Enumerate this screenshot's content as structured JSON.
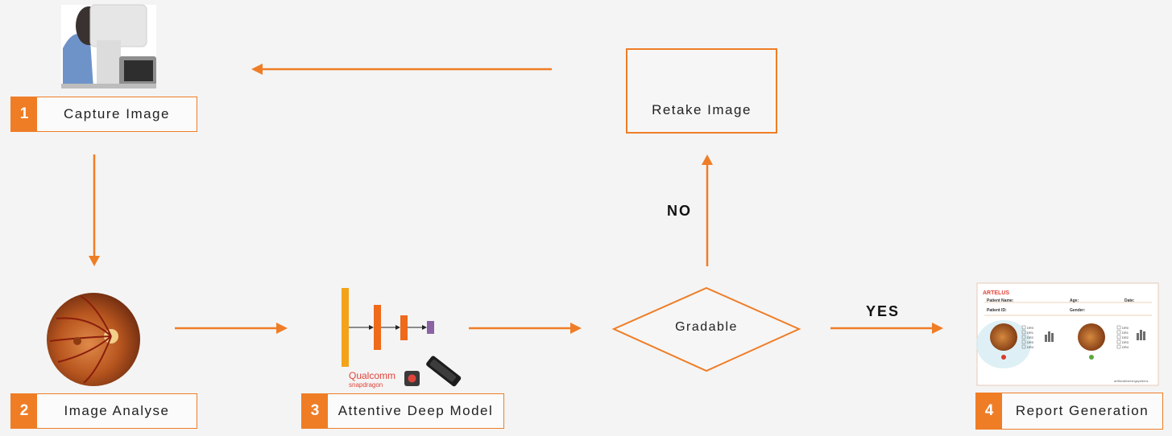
{
  "steps": [
    {
      "num": "1",
      "label": "Capture Image"
    },
    {
      "num": "2",
      "label": "Image Analyse"
    },
    {
      "num": "3",
      "label": "Attentive Deep Model"
    },
    {
      "num": "4",
      "label": "Report Generation"
    }
  ],
  "retake": {
    "label": "Retake Image"
  },
  "decision": {
    "label": "Gradable",
    "no": "NO",
    "yes": "YES"
  },
  "brand": {
    "line1": "Qualcomm",
    "line2": "snapdragon"
  },
  "report": {
    "logo": "ARTELUS",
    "patient_name": "Patient Name:",
    "age": "Age:",
    "date": "Date:",
    "patient_id": "Patient ID:",
    "gender": "Gender:",
    "grades": [
      "DR0",
      "DR1",
      "DR2",
      "DR3",
      "DR4"
    ],
    "footer": "artificiallearningsystems"
  },
  "colors": {
    "accent": "#ef7d26"
  }
}
